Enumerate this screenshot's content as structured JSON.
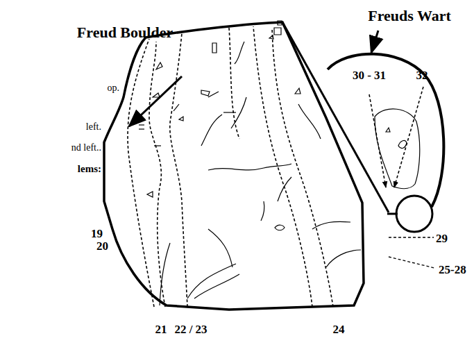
{
  "diagram": {
    "labels": [
      "Freud Boulder",
      "Freuds Wart",
      "30 - 31",
      "32",
      "29",
      "25-28",
      "19",
      "20",
      "21",
      "22 / 23",
      "24",
      "op.",
      "left.",
      "nd left..",
      "lems:"
    ]
  }
}
